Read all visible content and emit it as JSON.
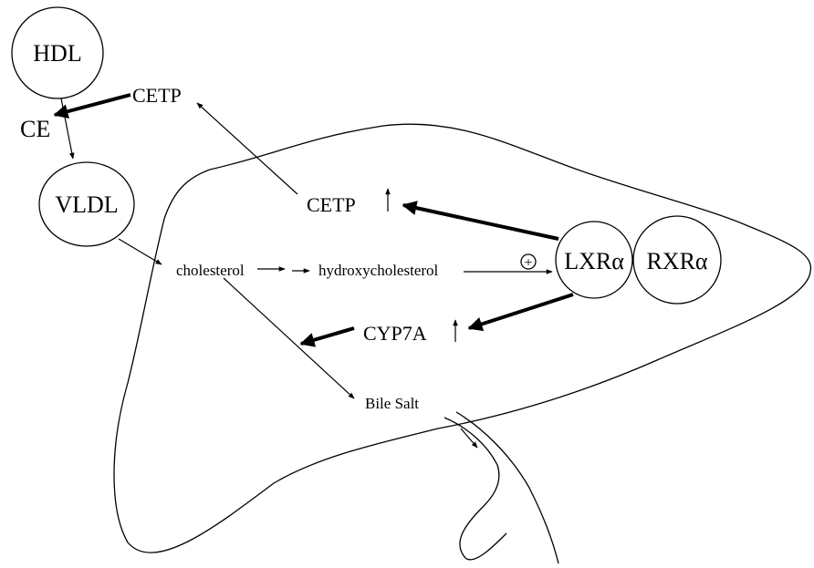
{
  "nodes": {
    "hdl": "HDL",
    "ce": "CE",
    "vldl": "VLDL",
    "cetp_outer": "CETP",
    "cetp_inner": "CETP",
    "cholesterol": "cholesterol",
    "hydroxycholesterol": "hydroxycholesterol",
    "plus": "+",
    "lxr": "LXRα",
    "rxr": "RXRα",
    "cyp7a": "CYP7A",
    "bile_salt": "Bile Salt"
  }
}
